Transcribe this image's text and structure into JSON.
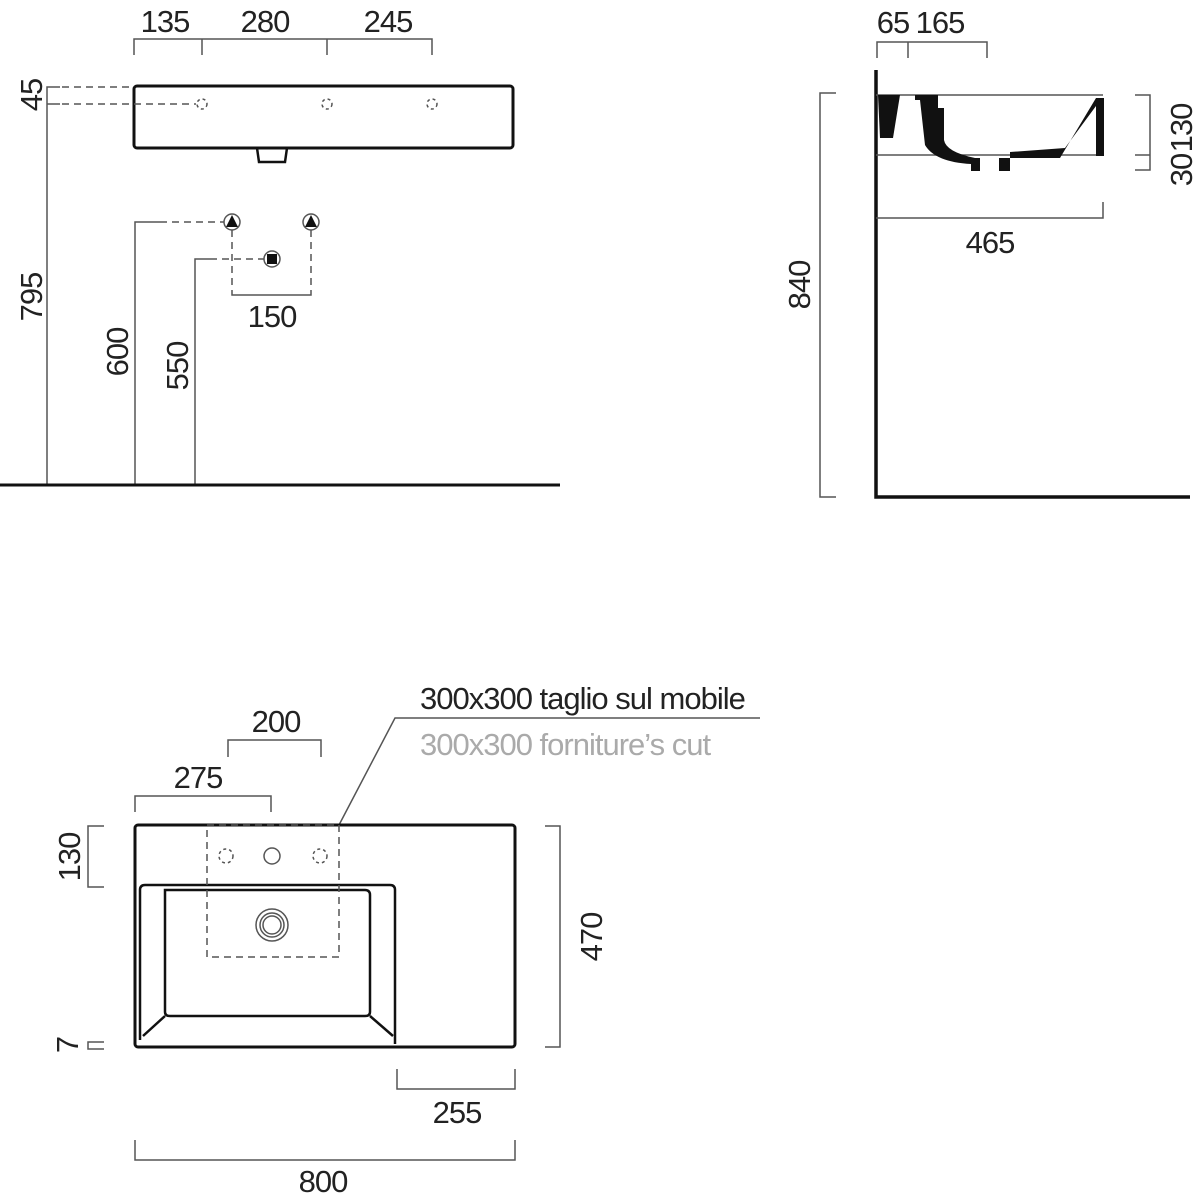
{
  "front_view": {
    "dims": {
      "d135": "135",
      "d280": "280",
      "d245": "245",
      "d45": "45",
      "d795": "795",
      "d600": "600",
      "d550": "550",
      "d150": "150"
    }
  },
  "side_view": {
    "dims": {
      "d65": "65",
      "d165": "165",
      "d130": "130",
      "d30": "30",
      "d465": "465",
      "d840": "840"
    }
  },
  "plan_view": {
    "cut_label_it": "300x300 taglio sul mobile",
    "cut_label_en": "300x300 forniture’s cut",
    "dims": {
      "d200": "200",
      "d275": "275",
      "d130": "130",
      "d7": "7",
      "d470": "470",
      "d255": "255",
      "d800": "800"
    }
  }
}
